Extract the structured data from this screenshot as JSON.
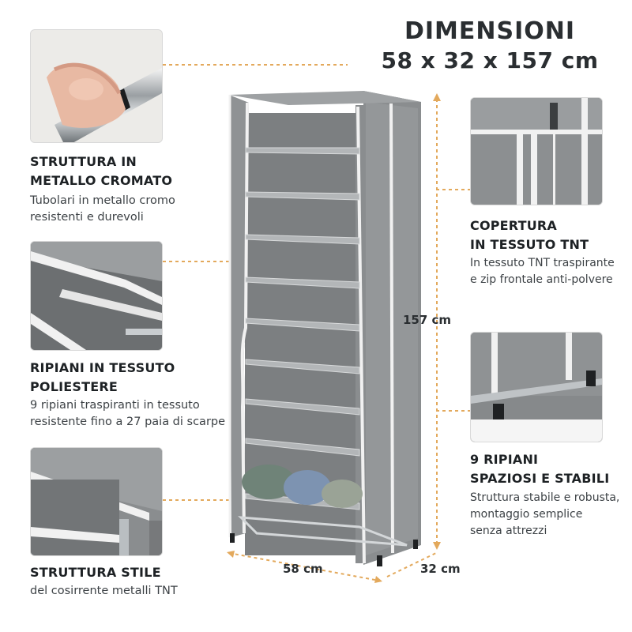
{
  "title": {
    "line1": "DIMENSIONI",
    "line2": "58 x 32 x 157 cm"
  },
  "dimensions": {
    "height": "157 cm",
    "width": "58 cm",
    "depth": "32 cm"
  },
  "features": [
    {
      "heading_line1": "STRUTTURA IN",
      "heading_line2": "METALLO CROMATO",
      "text_line1": "Tubolari in metallo cromo",
      "text_line2": "resistenti e durevoli"
    },
    {
      "heading_line1": "RIPIANI IN TESSUTO",
      "heading_line2": "POLIESTERE",
      "text_line1": "9 ripiani traspiranti in tessuto",
      "text_line2": "resistente fino a 27 paia di scarpe"
    },
    {
      "heading_line1": "STRUTTURA STILE",
      "text_line1": "del cosirrente metalli TNT"
    },
    {
      "heading_line1": "COPERTURA",
      "heading_line2": "IN TESSUTO TNT",
      "text_line1": "In tessuto TNT traspirante",
      "text_line2": "e zip frontale anti-polvere"
    },
    {
      "heading_line1": "9 RIPIANI",
      "heading_line2": "SPAZIOSI E STABILI",
      "text_line1": "Struttura stabile e robusta,",
      "text_line2": "montaggio semplice",
      "text_line3": "senza attrezzi"
    }
  ],
  "colors": {
    "fabric": "#8e9193",
    "fabric_dark": "#6f7274",
    "trim": "#f2f2f2",
    "guide": "#e3a95c",
    "text": "#1d2124"
  },
  "icons": [
    "chrome-tube-photo",
    "shelf-fabric-photo",
    "frame-corner-photo",
    "zip-cover-photo",
    "shelf-base-photo",
    "towel-stack"
  ]
}
